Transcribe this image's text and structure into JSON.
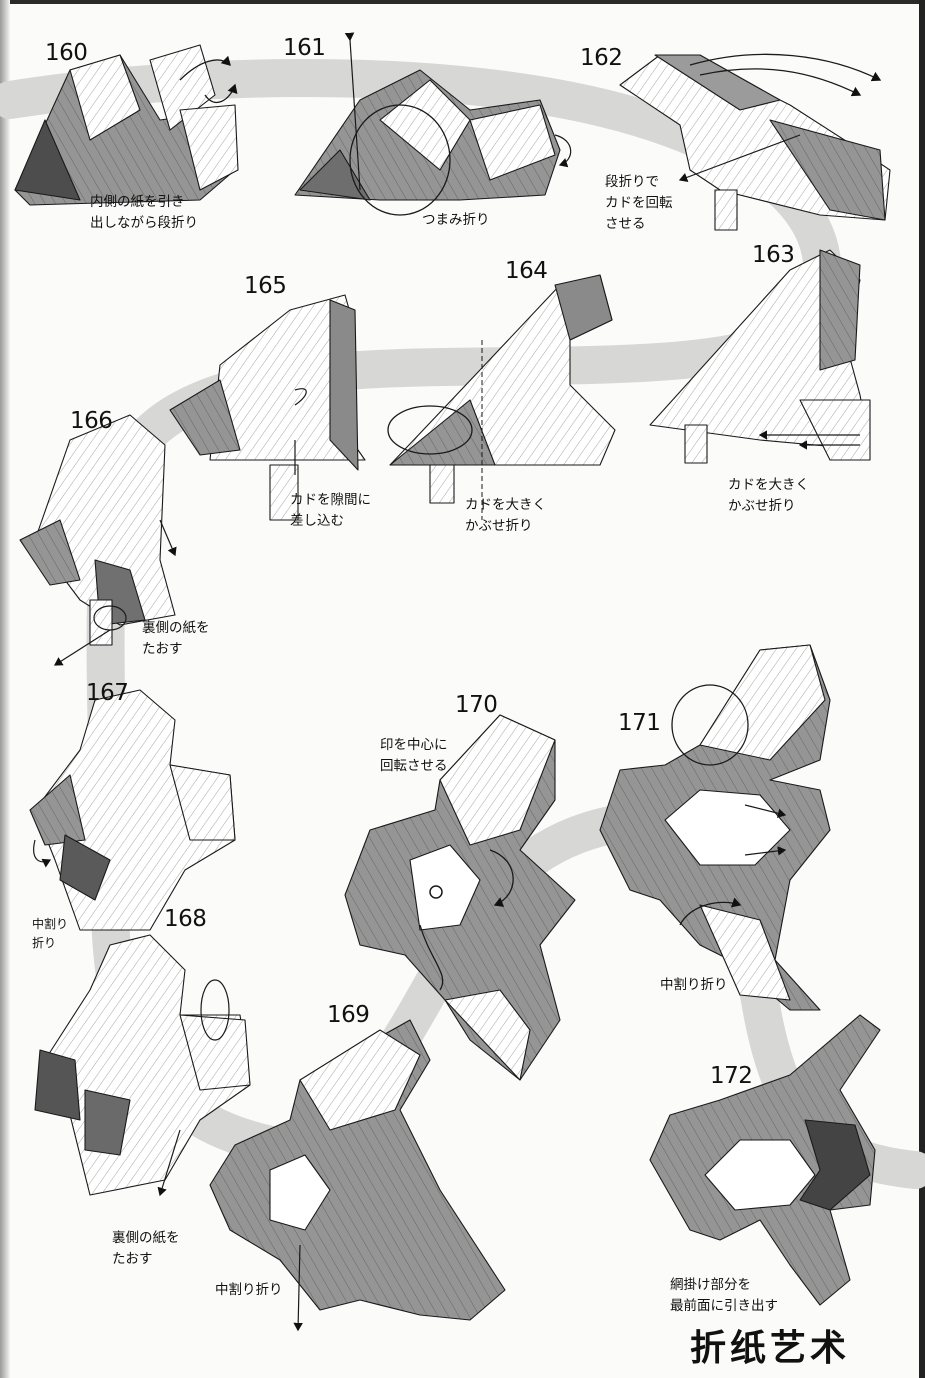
{
  "steps": {
    "s160": "160",
    "s161": "161",
    "s162": "162",
    "s163": "163",
    "s164": "164",
    "s165": "165",
    "s166": "166",
    "s167": "167",
    "s168": "168",
    "s169": "169",
    "s170": "170",
    "s171": "171",
    "s172": "172"
  },
  "captions": {
    "c160": "内側の紙を引き\n出しながら段折り",
    "c161": "つまみ折り",
    "c162": "段折りで\nカドを回転\nさせる",
    "c163": "カドを大きく\nかぶせ折り",
    "c164": "カドを大きく\nかぶせ折り",
    "c165": "カドを隙間に\n差し込む",
    "c166": "裏側の紙を\nたおす",
    "c167": "中割り\n折り",
    "c168": "裏側の紙を\nたおす",
    "c169": "中割り折り",
    "c170": "印を中心に\n回転させる",
    "c171": "中割り折り",
    "c172": "網掛け部分を\n最前面に引き出す"
  },
  "logo_text": "折纸艺术",
  "colors": {
    "paper_front": "#ffffff",
    "paper_back": "#8c8c8c",
    "paper_dark": "#555555",
    "flow_band": "#d7d7d5",
    "line": "#1a1a1a",
    "shaded_region": "#444444"
  }
}
